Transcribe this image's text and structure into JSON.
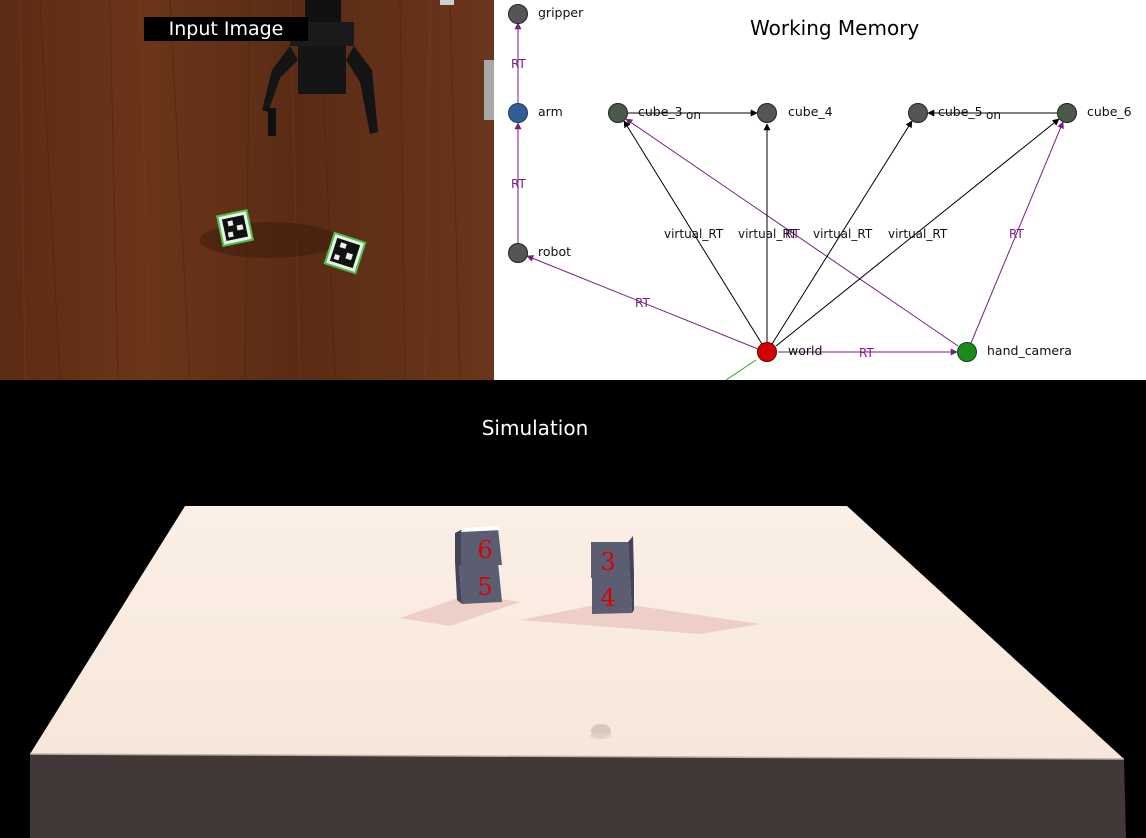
{
  "panels": {
    "input_title": "Input Image",
    "memory_title": "Working Memory",
    "sim_title": "Simulation"
  },
  "graph": {
    "nodes": {
      "gripper": "gripper",
      "arm": "arm",
      "robot": "robot",
      "cube_3": "cube_3",
      "cube_4": "cube_4",
      "cube_5": "cube_5",
      "cube_6": "cube_6",
      "world": "world",
      "hand_camera": "hand_camera"
    },
    "edge_labels": {
      "rt": "RT",
      "virtual_rt": "virtual_RT",
      "on": "on"
    }
  },
  "simulation": {
    "cube_labels": [
      "6",
      "5",
      "3",
      "4"
    ]
  },
  "colors": {
    "node_gray": "#555555",
    "node_blue": "#2f5f94",
    "node_red": "#d40000",
    "node_green": "#1a8a1a",
    "node_cube": "#4a5a48",
    "rt_edge": "#7a1d8a",
    "virtual_edge": "#000000"
  }
}
